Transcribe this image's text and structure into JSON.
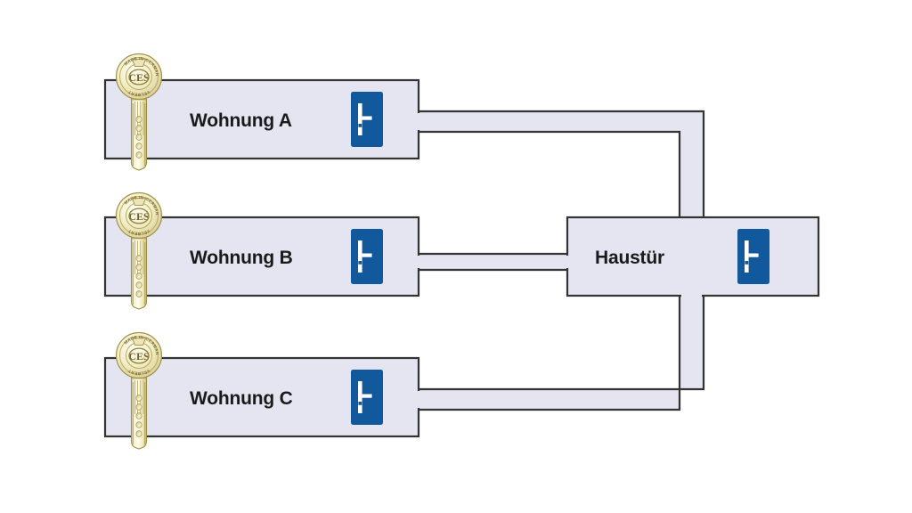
{
  "diagram": {
    "type": "locking-system-hierarchy",
    "title_text": "",
    "colors": {
      "room_fill": "#e5e5f1",
      "room_stroke": "#333333",
      "pipe_fill": "#e5e5f1",
      "pipe_stroke": "#333333",
      "door_blue": "#11599c",
      "door_glyph": "#ffffff",
      "key_body": "#f4efc9",
      "key_stroke": "#a99b52",
      "label_color": "#1a1a1a",
      "background": "#ffffff"
    },
    "master_node": {
      "label": "Haustür",
      "door_icon": "door-handle-icon"
    },
    "apartments": [
      {
        "label": "Wohnung A",
        "key_icon": "ces-key-icon",
        "door_icon": "door-handle-icon"
      },
      {
        "label": "Wohnung B",
        "key_icon": "ces-key-icon",
        "door_icon": "door-handle-icon"
      },
      {
        "label": "Wohnung C",
        "key_icon": "ces-key-icon",
        "door_icon": "door-handle-icon"
      }
    ],
    "key_brand": {
      "monogram": "CES",
      "ring_text_left": "GERMANY",
      "ring_text_right": "MADE IN",
      "ring_text_bottom": "VELBERT"
    }
  }
}
